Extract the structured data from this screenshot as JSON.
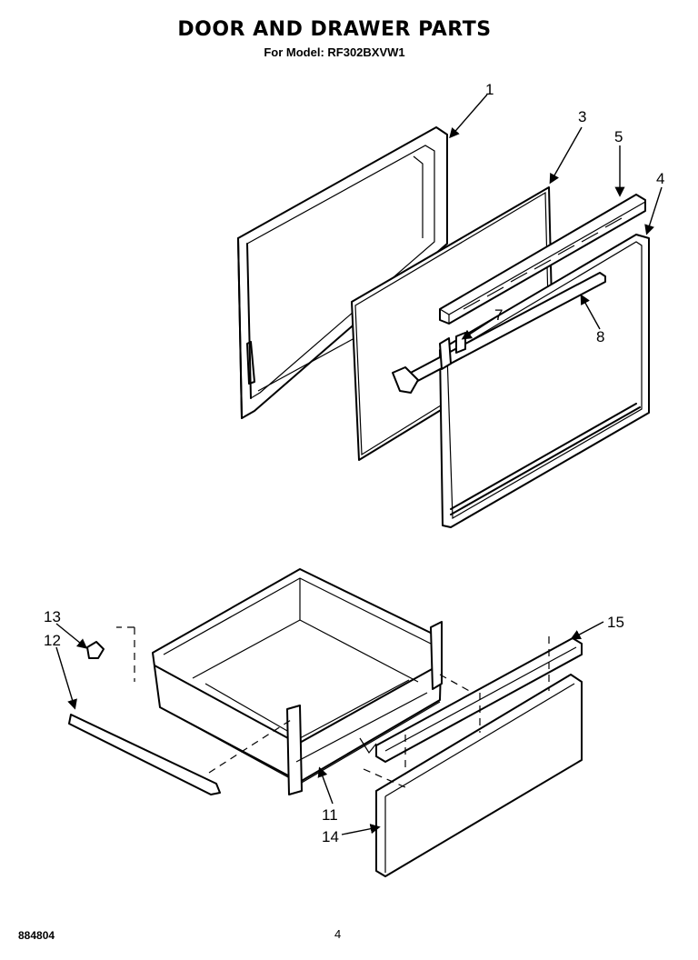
{
  "header": {
    "title": "DOOR AND DRAWER PARTS",
    "model": "For Model: RF302BXVW1"
  },
  "footer": {
    "code": "884804",
    "page": "4"
  },
  "callouts": [
    "1",
    "3",
    "5",
    "4",
    "7",
    "8",
    "13",
    "12",
    "15",
    "11",
    "14"
  ]
}
